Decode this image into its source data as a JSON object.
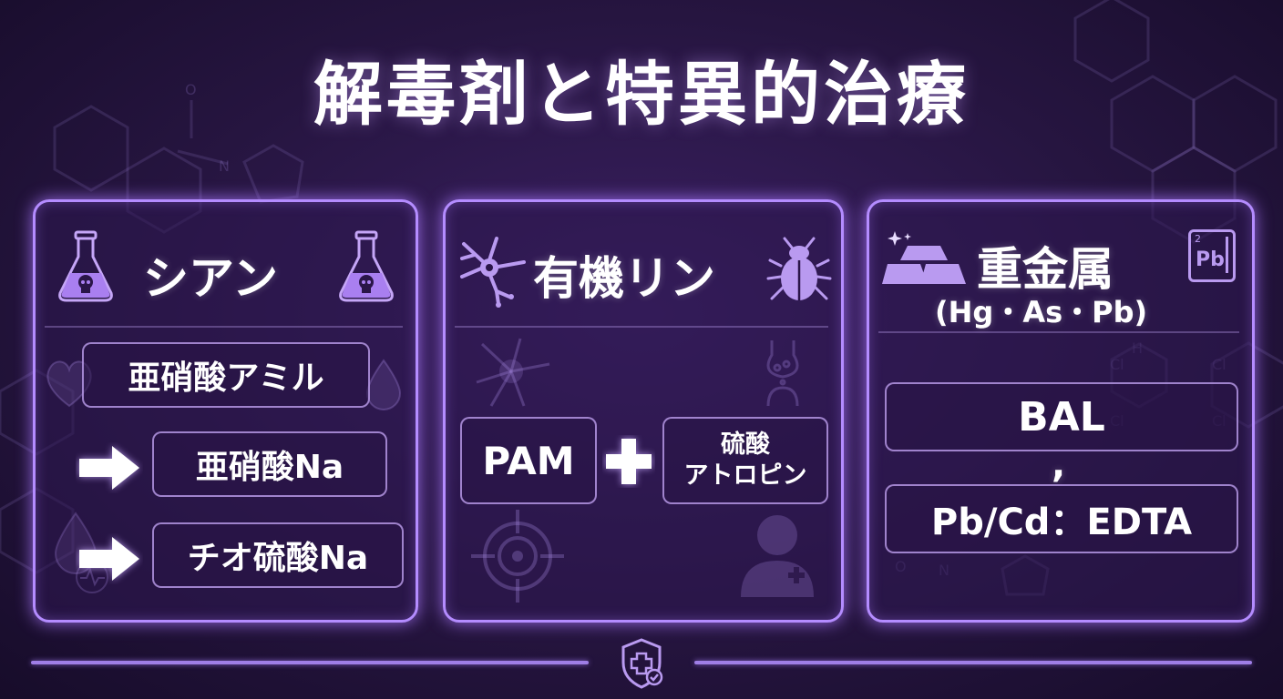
{
  "title": "解毒剤と特異的治療",
  "cyanide": {
    "title": "シアン",
    "steps": [
      "亜硝酸アミル",
      "亜硝酸Na",
      "チオ硫酸Na"
    ]
  },
  "organophosphate": {
    "title": "有機リン",
    "antidote_1": "PAM",
    "antidote_2_line1": "硫酸",
    "antidote_2_line2": "アトロピン"
  },
  "heavy_metal": {
    "title": "重金属",
    "subtitle": "(Hg・As・Pb)",
    "antidote_1": "BAL",
    "separator": ",",
    "antidote_2": "Pb/Cd：EDTA",
    "element_symbol": "Pb",
    "element_number": "2"
  },
  "colors": {
    "accent": "#b48cff",
    "icon": "#b99af0",
    "background": "#261540"
  },
  "icons": [
    "flask-skull-icon",
    "neuron-icon",
    "beetle-icon",
    "gold-bars-icon",
    "periodic-element-icon",
    "arrow-icon",
    "plus-icon",
    "shield-icon"
  ]
}
